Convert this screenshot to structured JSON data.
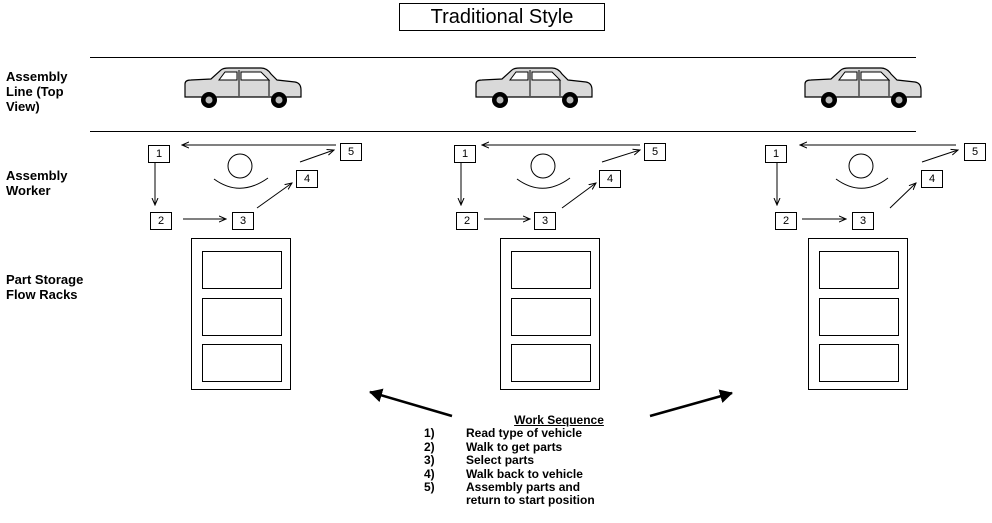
{
  "title": "Traditional Style",
  "labels": {
    "assembly_line": [
      "Assembly",
      "Line (Top",
      "View)"
    ],
    "assembly_worker": [
      "Assembly",
      "Worker"
    ],
    "part_storage": [
      "Part Storage",
      "Flow Racks"
    ]
  },
  "step_numbers": [
    "1",
    "2",
    "3",
    "4",
    "5"
  ],
  "work_sequence": {
    "heading": "Work Sequence",
    "steps": [
      {
        "num": "1)",
        "text": "Read type of vehicle"
      },
      {
        "num": "2)",
        "text": "Walk to get parts"
      },
      {
        "num": "3)",
        "text": "Select parts"
      },
      {
        "num": "4)",
        "text": "Walk back to vehicle"
      },
      {
        "num": "5)",
        "text": "Assembly parts and"
      },
      {
        "num": "",
        "text": "return to start position"
      }
    ]
  },
  "colors": {
    "car_fill": "#d9d9d9",
    "line": "#000000",
    "background": "#ffffff"
  },
  "icons": [
    "car-icon",
    "worker-icon",
    "flow-rack-icon",
    "arrow-icon"
  ]
}
